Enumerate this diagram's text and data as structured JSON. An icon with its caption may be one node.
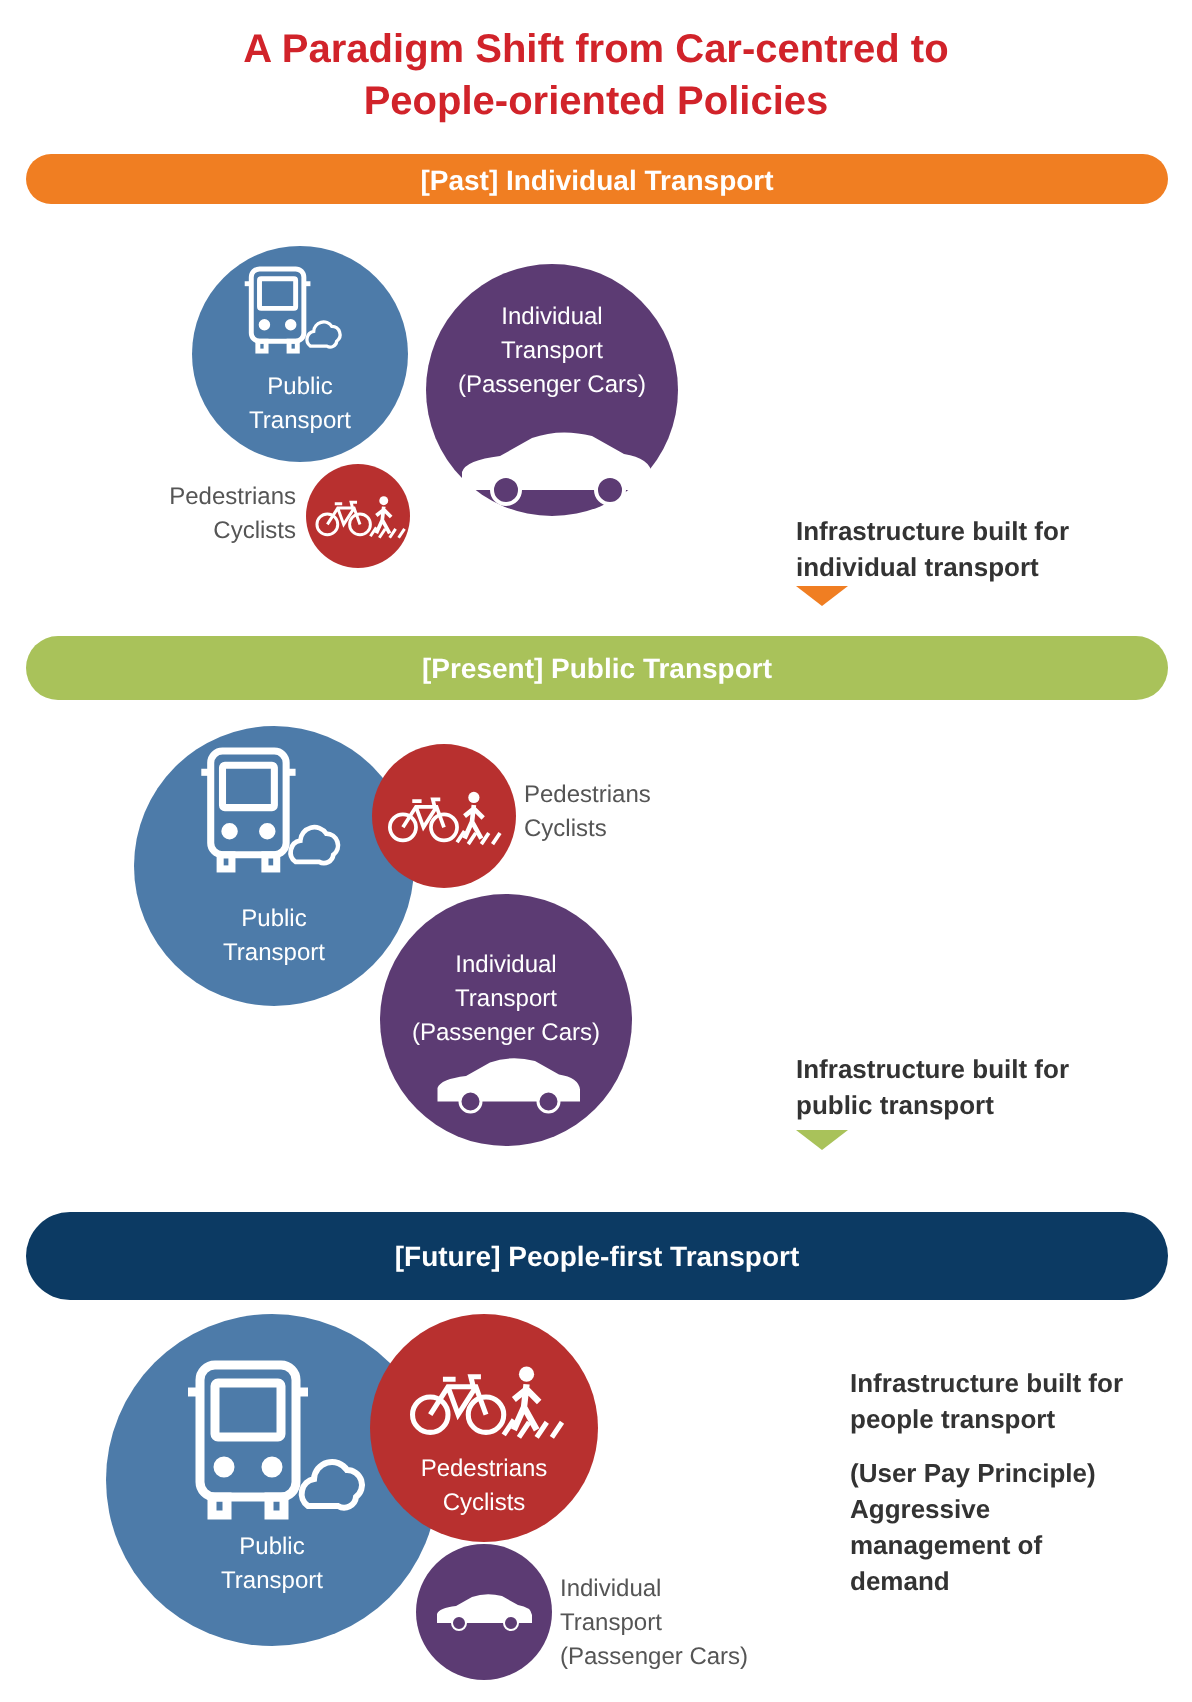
{
  "diagram": {
    "title": "A Paradigm Shift from Car-centred to People-oriented Policies",
    "nodes": [
      {
        "text": [
          "[Past] Individual Transport"
        ]
      },
      {
        "text": [
          "Public Transport"
        ]
      },
      {
        "text": [
          "Individual Transport (Passenger Cars)"
        ]
      },
      {
        "text": [
          "Pedestrians Cyclists"
        ]
      },
      {
        "text": [
          "[Present] Public Transport"
        ]
      },
      {
        "text": [
          "Public Transport"
        ]
      },
      {
        "text": [
          "Pedestrians Cyclists"
        ]
      },
      {
        "text": [
          "Individual Transport (Passenger Cars)"
        ]
      },
      {
        "text": [
          "[Future] People-first Transport"
        ]
      },
      {
        "text": [
          "Public Transport"
        ]
      },
      {
        "text": [
          "Pedestrians Cyclists"
        ]
      },
      {
        "text": [
          "Individual Transport (Passenger Cars)"
        ]
      }
    ],
    "labels": [
      "Infrastructure built for individual transport",
      "Infrastructure built for public transport",
      "Infrastructure built for people transport",
      "(User Pay Principle) Aggressive management of demand"
    ]
  }
}
